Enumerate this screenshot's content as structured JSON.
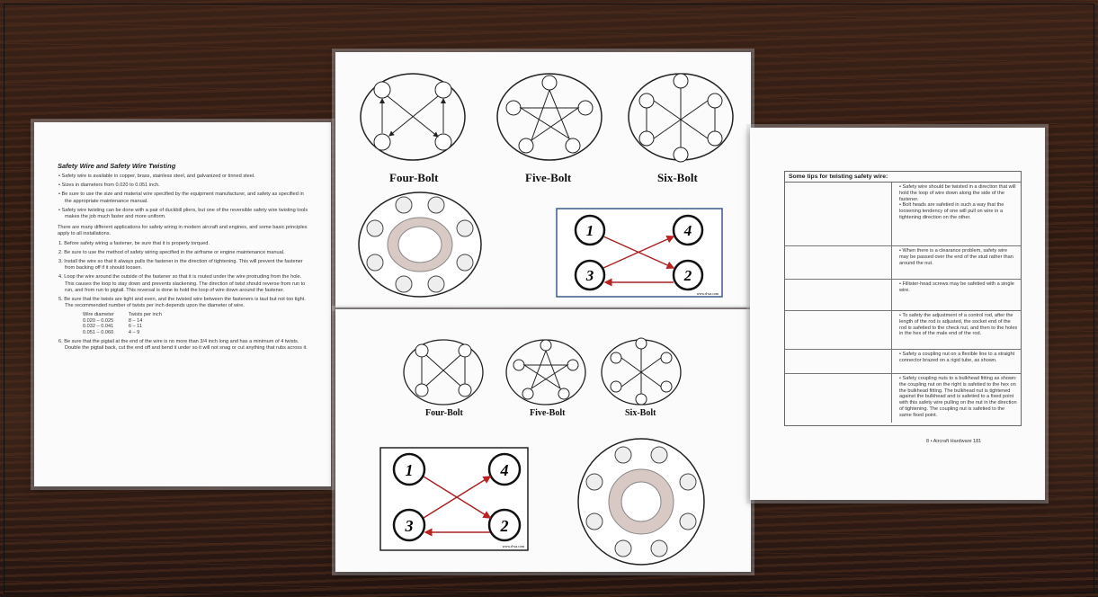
{
  "sheet_left": {
    "title": "Safety Wire and Safety Wire Twisting",
    "bullets": [
      "Safety wire is available in copper, brass, stainless steel, and galvanized or tinned steel.",
      "Sizes in diameters from 0.020 to 0.051 inch.",
      "Be sure to use the size and material wire specified by the equipment manufacturer, and safety as specified in the appropriate maintenance manual.",
      "Safety wire twisting can be done with a pair of duckbill pliers, but one of the reversible safety wire twisting tools makes the job much faster and more uniform."
    ],
    "intro": "There are many different applications for safety wiring in modern aircraft and engines, and some basic principles apply to all installations.",
    "steps": [
      "1. Before safety wiring a fastener, be sure that it is properly torqued.",
      "2. Be sure to use the method of safety wiring specified in the airframe or engine maintenance manual.",
      "3. Install the wire so that it always pulls the fastener in the direction of tightening. This will prevent the fastener from backing off if it should loosen.",
      "4. Loop the wire around the outside of the fastener so that it is routed under the wire protruding from the hole. This causes the loop to stay down and prevents slackening. The direction of twist should reverse from run to run, and from run to pigtail. This reversal is done to hold the loop of wire down around the fastener.",
      "5. Be sure that the twists are tight and even, and the twisted wire between the fasteners is taut but not too tight. The recommended number of twists per inch depends upon the diameter of wire."
    ],
    "table_header": [
      "Wire diameter",
      "Twists per inch"
    ],
    "table_rows": [
      [
        "0.020 – 0.025",
        "8 – 14"
      ],
      [
        "0.032 – 0.041",
        "6 – 11"
      ],
      [
        "0.051 – 0.060",
        "4 – 9"
      ]
    ],
    "step6": "6. Be sure that the pigtail at the end of the wire is no more than 3/4 inch long and has a minimum of 4 twists. Double the pigtail back, cut the end off and bend it under so it will not snag or cut anything that rubs across it."
  },
  "sheet_top": {
    "labels": [
      "Four-Bolt",
      "Five-Bolt",
      "Six-Bolt"
    ],
    "box_numbers": [
      "1",
      "4",
      "3",
      "2"
    ],
    "credit": "www.d-ua.com"
  },
  "sheet_bottom": {
    "labels": [
      "Four-Bolt",
      "Five-Bolt",
      "Six-Bolt"
    ],
    "box_numbers": [
      "1",
      "4",
      "3",
      "2"
    ],
    "credit": "www.d-ua.com"
  },
  "sheet_right": {
    "heading": "Some tips for twisting safety wire:",
    "tips": [
      "• Safety wire should be twisted in a direction that will hold the loop of wire down along the side of the fastener.\n• Bolt heads are safetied in such a way that the loosening tendency of one will pull on wire in a tightening direction on the other.",
      "• When there is a clearance problem, safety wire may be passed over the end of the stud rather than around the nut.",
      "• Fillister-head screws may be safetied with a single wire.",
      "• To safety the adjustment of a control rod, after the length of the rod is adjusted, the socket end of the rod is safetied to the check nut, and then to the holes in the hex of the male end of the rod.",
      "• Safety a coupling nut on a flexible line to a straight connector brazed on a rigid tube, as shown.",
      "• Safety coupling nuts to a bulkhead fitting as shown: the coupling nut on the right is safetied to the hex on the bulkhead fitting. The bulkhead nut is tightened against the bulkhead and is safetied to a fixed point with this safety wire pulling on the nut in the direction of tightening. The coupling nut is safetied to the same fixed point."
    ],
    "footer": "8 • Aircraft Hardware     181"
  }
}
